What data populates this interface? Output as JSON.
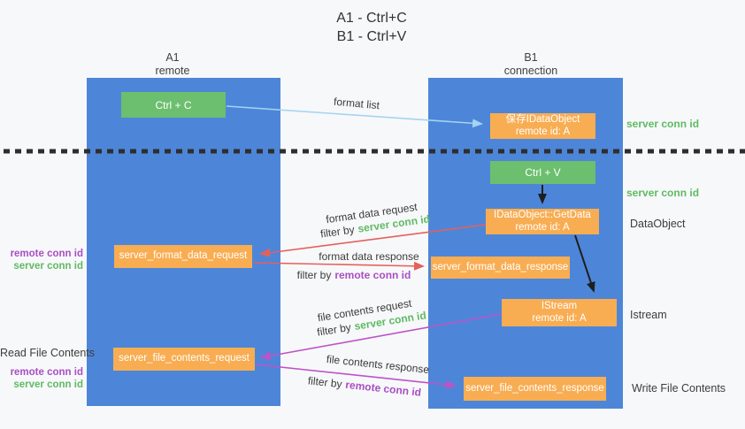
{
  "title": {
    "line1": "A1 - Ctrl+C",
    "line2": "B1 - Ctrl+V"
  },
  "lifelines": {
    "left": {
      "id": "A1",
      "role": "remote"
    },
    "right": {
      "id": "B1",
      "role": "connection"
    }
  },
  "nodes": {
    "ctrl_c": {
      "label": "Ctrl + C"
    },
    "ctrl_v": {
      "label": "Ctrl + V"
    },
    "save_dataobject": {
      "line1": "保存IDataObject",
      "line2": "remote id: A"
    },
    "getdata": {
      "line1": "IDataObject::GetData",
      "line2": "remote id: A"
    },
    "istream": {
      "line1": "IStream",
      "line2": "remote id: A"
    },
    "format_request": {
      "label": "server_format_data_request"
    },
    "format_response": {
      "label": "server_format_data_response"
    },
    "file_request": {
      "label": "server_file_contents_request"
    },
    "file_response": {
      "label": "server_file_contents_response"
    }
  },
  "arrow_labels": {
    "format_list": "format list",
    "format_data_request": "format data request",
    "format_data_response": "format data response",
    "file_contents_request": "file contents request",
    "file_contents_response": "file contents response",
    "filter_by": "filter by",
    "server_conn_id": "server conn id",
    "remote_conn_id": "remote conn id"
  },
  "side_labels": {
    "server_conn_id_top": "server conn id",
    "server_conn_id_mid": "server conn id",
    "dataobject": "DataObject",
    "istream": "Istream",
    "write_file_contents": "Write File Contents",
    "read_file_contents": "Read File Contents",
    "remote_conn_id_left_top": "remote conn id",
    "server_conn_id_left_top": "server conn id",
    "remote_conn_id_left_bottom": "remote conn id",
    "server_conn_id_left_bottom": "server conn id"
  },
  "colors": {
    "lifeline_blue": "#4d86d8",
    "action_green": "#6cbf6e",
    "message_orange": "#f8ad52",
    "arrow_light_blue": "#a5d3f2",
    "arrow_red": "#e4605c",
    "arrow_magenta": "#bd54c6",
    "arrow_black": "#1f1f1f",
    "divider_dark": "#2e2e2e",
    "text_green": "#5fba63",
    "text_purple": "#a94fc2",
    "text_dark": "#3c3c3c"
  }
}
